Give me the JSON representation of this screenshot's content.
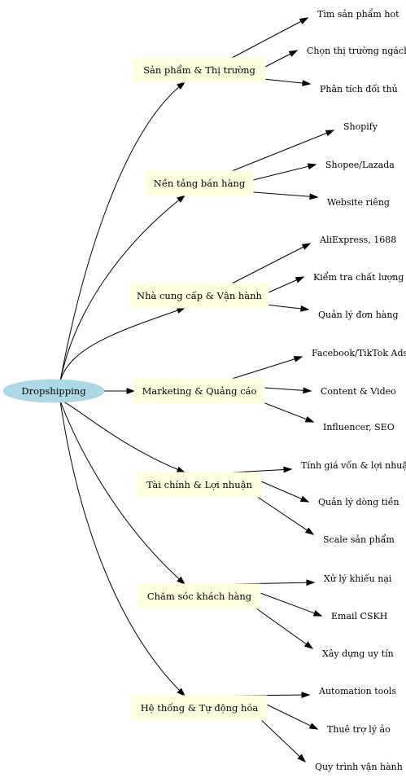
{
  "root": {
    "label": "Dropshipping"
  },
  "categories": [
    {
      "label": "Sản phẩm & Thị trường",
      "leaves": [
        "Tìm sản phẩm hot",
        "Chọn thị trường ngách",
        "Phân tích đối thủ"
      ]
    },
    {
      "label": "Nền tảng bán hàng",
      "leaves": [
        "Shopify",
        "Shopee/Lazada",
        "Website riêng"
      ]
    },
    {
      "label": "Nhà cung cấp & Vận hành",
      "leaves": [
        "AliExpress, 1688",
        "Kiểm tra chất lượng",
        "Quản lý đơn hàng"
      ]
    },
    {
      "label": "Marketing & Quảng cáo",
      "leaves": [
        "Facebook/TikTok Ads",
        "Content & Video",
        "Influencer, SEO"
      ]
    },
    {
      "label": "Tài chính & Lợi nhuận",
      "leaves": [
        "Tính giá vốn & lợi nhuận",
        "Quản lý dòng tiền",
        "Scale sản phẩm"
      ]
    },
    {
      "label": "Chăm sóc khách hàng",
      "leaves": [
        "Xử lý khiếu nại",
        "Email CSKH",
        "Xây dựng uy tín"
      ]
    },
    {
      "label": "Hệ thống & Tự động hóa",
      "leaves": [
        "Automation tools",
        "Thuê trợ lý ảo",
        "Quy trình vận hành"
      ]
    }
  ],
  "colors": {
    "root_fill": "#add8e6",
    "category_fill": "#ffffe0",
    "edge": "#000000"
  }
}
